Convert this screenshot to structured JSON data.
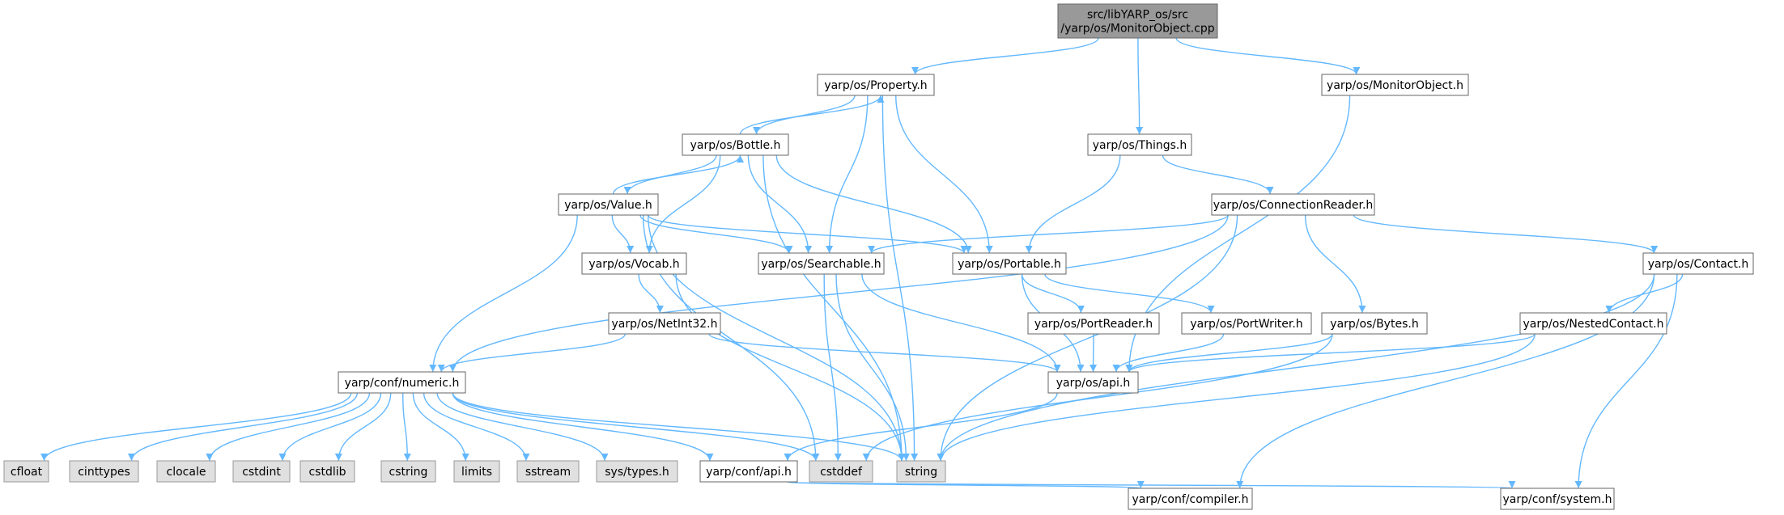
{
  "diagram": {
    "type": "include-dependency-graph",
    "colors": {
      "edge": "#63b8ff",
      "root_fill": "#999999",
      "root_border": "#666666",
      "node_fill": "#ffffff",
      "node_border": "#666666",
      "system_fill": "#e0e0e0",
      "system_border": "#999999"
    },
    "nodes": [
      {
        "id": "root",
        "lines": [
          "src/libYARP_os/src",
          "/yarp/os/MonitorObject.cpp"
        ],
        "kind": "root"
      },
      {
        "id": "property",
        "lines": [
          "yarp/os/Property.h"
        ],
        "kind": "file"
      },
      {
        "id": "things",
        "lines": [
          "yarp/os/Things.h"
        ],
        "kind": "file"
      },
      {
        "id": "monitorobject",
        "lines": [
          "yarp/os/MonitorObject.h"
        ],
        "kind": "file"
      },
      {
        "id": "bottle",
        "lines": [
          "yarp/os/Bottle.h"
        ],
        "kind": "file"
      },
      {
        "id": "connectionreader",
        "lines": [
          "yarp/os/ConnectionReader.h"
        ],
        "kind": "file"
      },
      {
        "id": "value",
        "lines": [
          "yarp/os/Value.h"
        ],
        "kind": "file"
      },
      {
        "id": "vocab",
        "lines": [
          "yarp/os/Vocab.h"
        ],
        "kind": "file"
      },
      {
        "id": "searchable",
        "lines": [
          "yarp/os/Searchable.h"
        ],
        "kind": "file"
      },
      {
        "id": "portable",
        "lines": [
          "yarp/os/Portable.h"
        ],
        "kind": "file"
      },
      {
        "id": "contact",
        "lines": [
          "yarp/os/Contact.h"
        ],
        "kind": "file"
      },
      {
        "id": "netint32",
        "lines": [
          "yarp/os/NetInt32.h"
        ],
        "kind": "file"
      },
      {
        "id": "portreader",
        "lines": [
          "yarp/os/PortReader.h"
        ],
        "kind": "file"
      },
      {
        "id": "portwriter",
        "lines": [
          "yarp/os/PortWriter.h"
        ],
        "kind": "file"
      },
      {
        "id": "bytes",
        "lines": [
          "yarp/os/Bytes.h"
        ],
        "kind": "file"
      },
      {
        "id": "nestedcontact",
        "lines": [
          "yarp/os/NestedContact.h"
        ],
        "kind": "file"
      },
      {
        "id": "numeric",
        "lines": [
          "yarp/conf/numeric.h"
        ],
        "kind": "file"
      },
      {
        "id": "osapi",
        "lines": [
          "yarp/os/api.h"
        ],
        "kind": "file"
      },
      {
        "id": "cfloat",
        "lines": [
          "cfloat"
        ],
        "kind": "system"
      },
      {
        "id": "cinttypes",
        "lines": [
          "cinttypes"
        ],
        "kind": "system"
      },
      {
        "id": "clocale",
        "lines": [
          "clocale"
        ],
        "kind": "system"
      },
      {
        "id": "cstdint",
        "lines": [
          "cstdint"
        ],
        "kind": "system"
      },
      {
        "id": "cstdlib",
        "lines": [
          "cstdlib"
        ],
        "kind": "system"
      },
      {
        "id": "cstring",
        "lines": [
          "cstring"
        ],
        "kind": "system"
      },
      {
        "id": "limits",
        "lines": [
          "limits"
        ],
        "kind": "system"
      },
      {
        "id": "sstream",
        "lines": [
          "sstream"
        ],
        "kind": "system"
      },
      {
        "id": "systypes",
        "lines": [
          "sys/types.h"
        ],
        "kind": "system"
      },
      {
        "id": "confapi",
        "lines": [
          "yarp/conf/api.h"
        ],
        "kind": "file"
      },
      {
        "id": "cstddef",
        "lines": [
          "cstddef"
        ],
        "kind": "system"
      },
      {
        "id": "string",
        "lines": [
          "string"
        ],
        "kind": "system"
      },
      {
        "id": "compiler",
        "lines": [
          "yarp/conf/compiler.h"
        ],
        "kind": "file"
      },
      {
        "id": "system",
        "lines": [
          "yarp/conf/system.h"
        ],
        "kind": "file"
      }
    ],
    "edges": [
      [
        "root",
        "property"
      ],
      [
        "root",
        "things"
      ],
      [
        "root",
        "monitorobject"
      ],
      [
        "property",
        "bottle"
      ],
      [
        "property",
        "searchable"
      ],
      [
        "property",
        "portable"
      ],
      [
        "property",
        "string"
      ],
      [
        "bottle",
        "property"
      ],
      [
        "bottle",
        "value"
      ],
      [
        "bottle",
        "vocab"
      ],
      [
        "bottle",
        "searchable"
      ],
      [
        "bottle",
        "portable"
      ],
      [
        "bottle",
        "string"
      ],
      [
        "value",
        "bottle"
      ],
      [
        "value",
        "vocab"
      ],
      [
        "value",
        "searchable"
      ],
      [
        "value",
        "portable"
      ],
      [
        "value",
        "numeric"
      ],
      [
        "value",
        "cstddef"
      ],
      [
        "value",
        "string"
      ],
      [
        "vocab",
        "netint32"
      ],
      [
        "vocab",
        "string"
      ],
      [
        "netint32",
        "numeric"
      ],
      [
        "netint32",
        "osapi"
      ],
      [
        "searchable",
        "osapi"
      ],
      [
        "searchable",
        "cstddef"
      ],
      [
        "searchable",
        "string"
      ],
      [
        "portable",
        "portreader"
      ],
      [
        "portable",
        "portwriter"
      ],
      [
        "portable",
        "osapi"
      ],
      [
        "portreader",
        "osapi"
      ],
      [
        "portwriter",
        "osapi"
      ],
      [
        "things",
        "portable"
      ],
      [
        "things",
        "connectionreader"
      ],
      [
        "connectionreader",
        "searchable"
      ],
      [
        "connectionreader",
        "numeric"
      ],
      [
        "connectionreader",
        "bytes"
      ],
      [
        "connectionreader",
        "contact"
      ],
      [
        "connectionreader",
        "string"
      ],
      [
        "bytes",
        "osapi"
      ],
      [
        "bytes",
        "cstddef"
      ],
      [
        "contact",
        "nestedcontact"
      ],
      [
        "contact",
        "compiler"
      ],
      [
        "contact",
        "system"
      ],
      [
        "contact",
        "string"
      ],
      [
        "nestedcontact",
        "osapi"
      ],
      [
        "nestedcontact",
        "string"
      ],
      [
        "monitorobject",
        "osapi"
      ],
      [
        "osapi",
        "confapi"
      ],
      [
        "numeric",
        "cfloat"
      ],
      [
        "numeric",
        "cinttypes"
      ],
      [
        "numeric",
        "clocale"
      ],
      [
        "numeric",
        "cstdint"
      ],
      [
        "numeric",
        "cstdlib"
      ],
      [
        "numeric",
        "cstring"
      ],
      [
        "numeric",
        "limits"
      ],
      [
        "numeric",
        "sstream"
      ],
      [
        "numeric",
        "systypes"
      ],
      [
        "numeric",
        "confapi"
      ],
      [
        "numeric",
        "cstddef"
      ],
      [
        "numeric",
        "string"
      ],
      [
        "confapi",
        "compiler"
      ],
      [
        "confapi",
        "system"
      ]
    ]
  }
}
